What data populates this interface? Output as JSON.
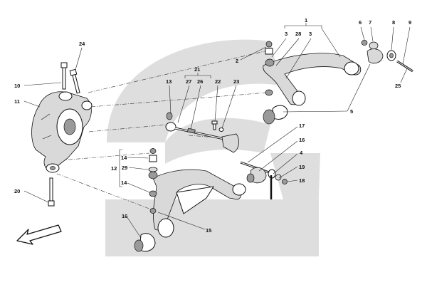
{
  "colors": {
    "watermark": "#dedede",
    "ink": "#111111"
  },
  "callouts": {
    "c1": "1",
    "c2": "2",
    "c3a": "3",
    "c28": "28",
    "c3b": "3",
    "c6": "6",
    "c7": "7",
    "c8": "8",
    "c9": "9",
    "c25": "25",
    "c5": "5",
    "c24": "24",
    "c10": "10",
    "c11": "11",
    "c21": "21",
    "c13": "13",
    "c27": "27",
    "c26": "26",
    "c22": "22",
    "c23": "23",
    "c17": "17",
    "c16a": "16",
    "c4": "4",
    "c19": "19",
    "c18": "18",
    "c14a": "14",
    "c12": "12",
    "c29": "29",
    "c14b": "14",
    "c20": "20",
    "c16b": "16",
    "c15": "15"
  },
  "icons": {
    "direction": "front-direction-arrow-icon"
  }
}
